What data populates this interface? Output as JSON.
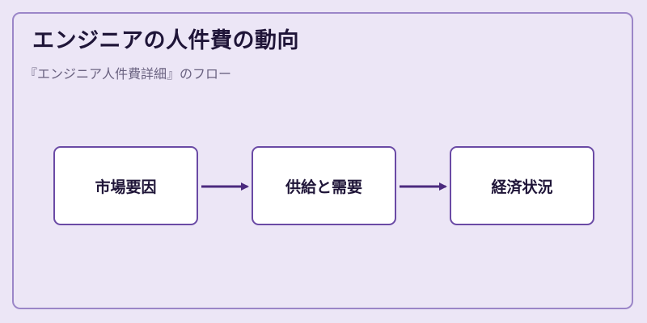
{
  "header": {
    "title": "エンジニアの人件費の動向",
    "subtitle": "『エンジニア人件費詳細』のフロー"
  },
  "flow": {
    "nodes": [
      {
        "label": "市場要因"
      },
      {
        "label": "供給と需要"
      },
      {
        "label": "経済状況"
      }
    ],
    "edges": [
      {
        "from": 0,
        "to": 1
      },
      {
        "from": 1,
        "to": 2
      }
    ]
  },
  "colors": {
    "background": "#ece6f6",
    "border": "#9b86c8",
    "node_border": "#6a4aa5",
    "arrow": "#4b2a7e",
    "title_text": "#1f1538"
  }
}
